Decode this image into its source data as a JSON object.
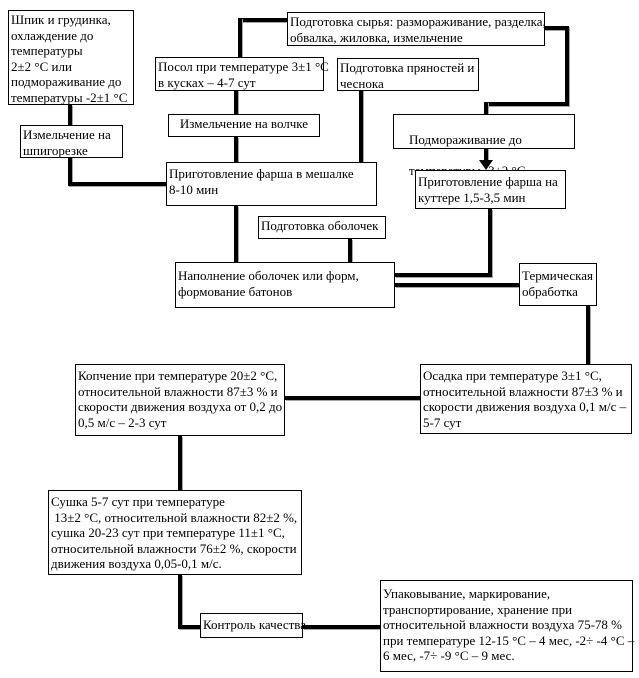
{
  "diagram_type": "flowchart",
  "language": "ru",
  "colors": {
    "background": "#ffffff",
    "box_fill": "#ffffff",
    "box_border": "#000000",
    "connector": "#000000",
    "spellcheck_underline": "#00a000"
  },
  "nodes": {
    "bacon": {
      "text": "Шпик и грудинка,\nохлаждение до\nтемпературы\n2±2 °С или\nподмораживание до\nтемпературы -2±1 °С"
    },
    "raw_prep": {
      "text": "Подготовка сырья: размораживание, разделка,\nобвалка, жиловка, измельчение"
    },
    "salting": {
      "text": "Посол при температуре 3±1 °С\nв кусках – 4-7 сут"
    },
    "spice_prep": {
      "text": "Подготовка пряностей и\nчеснока"
    },
    "shpig_grinding": {
      "text": "Измельчение на\nшпигорезке"
    },
    "volchok_grinding": {
      "text": "Измельчение на волчке"
    },
    "subfreezing": {
      "line1": "Подмораживание до",
      "line2_prefix": "температуры -3±2 ",
      "line2_misspelled": "°С"
    },
    "mince_mixer": {
      "text": "Приготовление фарша в мешалке\n8-10 мин"
    },
    "mince_cutter": {
      "text": "Приготовление фарша на\nкуттере 1,5-3,5 мин"
    },
    "casings_prep": {
      "text": "Подготовка оболочек"
    },
    "filling": {
      "text": "Наполнение оболочек или форм,\nформование батонов"
    },
    "thermal": {
      "text": "Термическая\nобработка"
    },
    "smoking": {
      "text": "Копчение при температуре 20±2 °С,\nотносительной влажности 87±3 % и\nскорости движения воздуха от 0,2 до\n0,5 м/с – 2-3 сут"
    },
    "settling": {
      "text": "Осадка при температуре 3±1 °С,\nотносительной влажности 87±3 % и\nскорости движения воздуха 0,1 м/с –\n5-7 сут"
    },
    "drying": {
      "text": "Сушка 5-7 сут при температуре\n 13±2 °С, относительной влажности 82±2 %,\nсушка 20-23 сут при температуре 11±1 °С,\nотносительной влажности 76±2 %, скорости\nдвижения воздуха 0,05-0,1 м/с."
    },
    "quality_control": {
      "text": "Контроль качества"
    },
    "packaging": {
      "text": "Упаковывание, маркирование,\nтранспортирование, хранение при\nотносительной влажности воздуха 75-78 %\nпри температуре 12-15 °С – 4 мес, -2÷ -4 °С –\n6 мес, -7÷ -9 °С – 9 мес."
    }
  },
  "edges": [
    {
      "from": "bacon",
      "to": "shpig_grinding",
      "arrow": false
    },
    {
      "from": "shpig_grinding",
      "to": "mince_mixer",
      "arrow": false
    },
    {
      "from": "raw_prep",
      "to": "salting",
      "arrow": false
    },
    {
      "from": "raw_prep",
      "to": "subfreezing",
      "arrow": false
    },
    {
      "from": "salting",
      "to": "volchok_grinding",
      "arrow": false
    },
    {
      "from": "volchok_grinding",
      "to": "mince_mixer",
      "arrow": false
    },
    {
      "from": "spice_prep",
      "to": "mince_mixer",
      "arrow": false
    },
    {
      "from": "subfreezing",
      "to": "mince_cutter",
      "arrow": true
    },
    {
      "from": "mince_cutter",
      "to": "filling",
      "arrow": false
    },
    {
      "from": "mince_mixer",
      "to": "filling",
      "arrow": false
    },
    {
      "from": "casings_prep",
      "to": "filling",
      "arrow": false
    },
    {
      "from": "filling",
      "to": "thermal",
      "arrow": false
    },
    {
      "from": "thermal",
      "to": "settling",
      "arrow": false
    },
    {
      "from": "settling",
      "to": "smoking",
      "arrow": false
    },
    {
      "from": "smoking",
      "to": "drying",
      "arrow": false
    },
    {
      "from": "drying",
      "to": "quality_control",
      "arrow": false
    },
    {
      "from": "quality_control",
      "to": "packaging",
      "arrow": false
    }
  ]
}
